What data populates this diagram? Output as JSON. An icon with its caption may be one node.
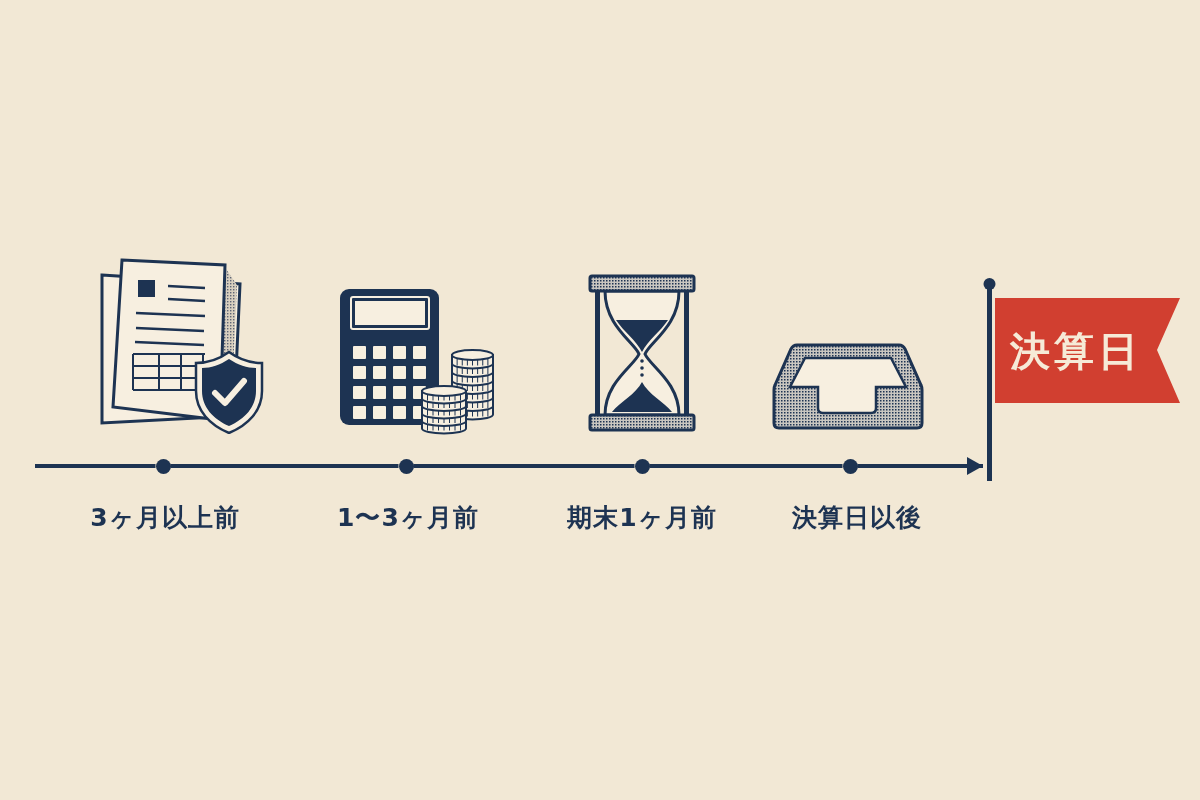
{
  "diagram": {
    "nodes": [
      {
        "text": [],
        "shape": "circle",
        "beside": [
          "3ヶ月以上前"
        ]
      },
      {
        "text": [],
        "shape": "circle",
        "beside": [
          "1〜3ヶ月前"
        ]
      },
      {
        "text": [],
        "shape": "circle",
        "beside": [
          "期末1ヶ月前"
        ]
      },
      {
        "text": [],
        "shape": "circle",
        "beside": [
          "決算日以後"
        ]
      },
      {
        "text": [
          "決算日"
        ]
      }
    ],
    "edges": [
      {
        "from": null,
        "to": 0,
        "arrow": "none"
      },
      {
        "from": 0,
        "to": 1,
        "arrow": "none"
      },
      {
        "from": 1,
        "to": 2,
        "arrow": "none"
      },
      {
        "from": 2,
        "to": 3,
        "arrow": "none"
      },
      {
        "from": 3,
        "to": 4,
        "arrow": "to"
      }
    ]
  }
}
